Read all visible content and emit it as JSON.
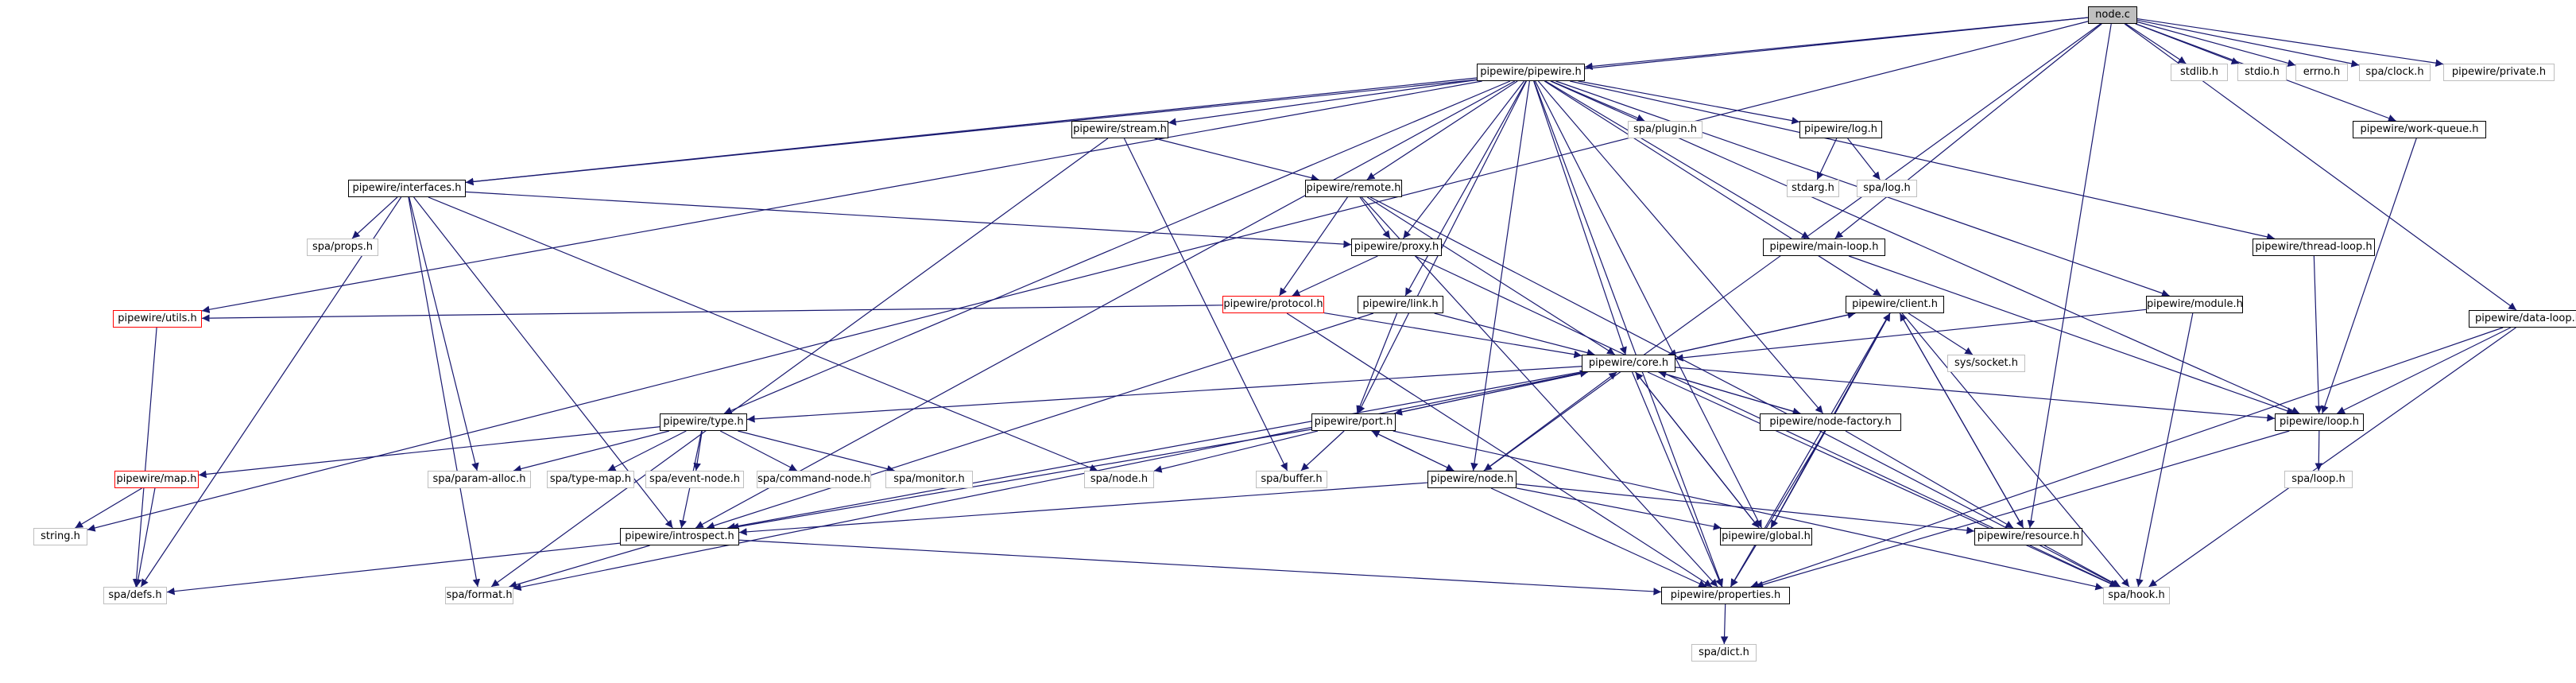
{
  "colors": {
    "edge": "#191970",
    "root_fill": "#bfbfbf",
    "incomplete_border": "#ff0000",
    "external_border": "#bfbfbf"
  },
  "nodes": [
    {
      "id": "node_c",
      "label": "node.c",
      "kind": "root"
    },
    {
      "id": "stdlib",
      "label": "stdlib.h",
      "kind": "ext"
    },
    {
      "id": "stdio",
      "label": "stdio.h",
      "kind": "ext"
    },
    {
      "id": "errno",
      "label": "errno.h",
      "kind": "ext"
    },
    {
      "id": "spa_clock",
      "label": "spa/clock.h",
      "kind": "ext"
    },
    {
      "id": "pw_private",
      "label": "pipewire/private.h",
      "kind": "ext"
    },
    {
      "id": "pw_pipewire",
      "label": "pipewire/pipewire.h",
      "kind": "project"
    },
    {
      "id": "pw_work_queue",
      "label": "pipewire/work-queue.h",
      "kind": "project"
    },
    {
      "id": "pw_stream",
      "label": "pipewire/stream.h",
      "kind": "project"
    },
    {
      "id": "spa_plugin",
      "label": "spa/plugin.h",
      "kind": "ext"
    },
    {
      "id": "pw_log",
      "label": "pipewire/log.h",
      "kind": "project"
    },
    {
      "id": "stdarg",
      "label": "stdarg.h",
      "kind": "ext"
    },
    {
      "id": "spa_log",
      "label": "spa/log.h",
      "kind": "ext"
    },
    {
      "id": "pw_interfaces",
      "label": "pipewire/interfaces.h",
      "kind": "project"
    },
    {
      "id": "pw_remote",
      "label": "pipewire/remote.h",
      "kind": "project"
    },
    {
      "id": "spa_props",
      "label": "spa/props.h",
      "kind": "ext"
    },
    {
      "id": "pw_proxy",
      "label": "pipewire/proxy.h",
      "kind": "project"
    },
    {
      "id": "pw_main_loop",
      "label": "pipewire/main-loop.h",
      "kind": "project"
    },
    {
      "id": "pw_thread_loop",
      "label": "pipewire/thread-loop.h",
      "kind": "project"
    },
    {
      "id": "pw_utils",
      "label": "pipewire/utils.h",
      "kind": "incomplete"
    },
    {
      "id": "pw_protocol",
      "label": "pipewire/protocol.h",
      "kind": "incomplete"
    },
    {
      "id": "pw_link",
      "label": "pipewire/link.h",
      "kind": "project"
    },
    {
      "id": "pw_client",
      "label": "pipewire/client.h",
      "kind": "project"
    },
    {
      "id": "pw_module",
      "label": "pipewire/module.h",
      "kind": "project"
    },
    {
      "id": "pw_data_loop",
      "label": "pipewire/data-loop.h",
      "kind": "project"
    },
    {
      "id": "sys_socket",
      "label": "sys/socket.h",
      "kind": "ext"
    },
    {
      "id": "pw_core",
      "label": "pipewire/core.h",
      "kind": "project"
    },
    {
      "id": "pw_type",
      "label": "pipewire/type.h",
      "kind": "project"
    },
    {
      "id": "pw_port",
      "label": "pipewire/port.h",
      "kind": "project"
    },
    {
      "id": "pw_node_factory",
      "label": "pipewire/node-factory.h",
      "kind": "project"
    },
    {
      "id": "pw_loop",
      "label": "pipewire/loop.h",
      "kind": "project"
    },
    {
      "id": "pw_map",
      "label": "pipewire/map.h",
      "kind": "incomplete"
    },
    {
      "id": "spa_param_alloc",
      "label": "spa/param-alloc.h",
      "kind": "ext"
    },
    {
      "id": "spa_type_map",
      "label": "spa/type-map.h",
      "kind": "ext"
    },
    {
      "id": "spa_event_node",
      "label": "spa/event-node.h",
      "kind": "ext"
    },
    {
      "id": "spa_command_node",
      "label": "spa/command-node.h",
      "kind": "ext"
    },
    {
      "id": "spa_monitor",
      "label": "spa/monitor.h",
      "kind": "ext"
    },
    {
      "id": "spa_node",
      "label": "spa/node.h",
      "kind": "ext"
    },
    {
      "id": "spa_buffer",
      "label": "spa/buffer.h",
      "kind": "ext"
    },
    {
      "id": "pw_node",
      "label": "pipewire/node.h",
      "kind": "project"
    },
    {
      "id": "spa_loop",
      "label": "spa/loop.h",
      "kind": "ext"
    },
    {
      "id": "string",
      "label": "string.h",
      "kind": "ext"
    },
    {
      "id": "pw_introspect",
      "label": "pipewire/introspect.h",
      "kind": "project"
    },
    {
      "id": "pw_global",
      "label": "pipewire/global.h",
      "kind": "project"
    },
    {
      "id": "pw_resource",
      "label": "pipewire/resource.h",
      "kind": "project"
    },
    {
      "id": "spa_defs",
      "label": "spa/defs.h",
      "kind": "ext"
    },
    {
      "id": "spa_format",
      "label": "spa/format.h",
      "kind": "ext"
    },
    {
      "id": "pw_properties",
      "label": "pipewire/properties.h",
      "kind": "project"
    },
    {
      "id": "spa_hook",
      "label": "spa/hook.h",
      "kind": "ext"
    },
    {
      "id": "spa_dict",
      "label": "spa/dict.h",
      "kind": "ext"
    }
  ],
  "edges": [
    [
      "node_c",
      "stdlib"
    ],
    [
      "node_c",
      "stdio"
    ],
    [
      "node_c",
      "errno"
    ],
    [
      "node_c",
      "spa_clock"
    ],
    [
      "node_c",
      "pw_private"
    ],
    [
      "node_c",
      "pw_pipewire"
    ],
    [
      "node_c",
      "pw_work_queue"
    ],
    [
      "node_c",
      "pw_data_loop"
    ],
    [
      "node_c",
      "pw_main_loop"
    ],
    [
      "node_c",
      "pw_interfaces"
    ],
    [
      "node_c",
      "string"
    ],
    [
      "node_c",
      "pw_node"
    ],
    [
      "node_c",
      "pw_resource"
    ],
    [
      "pw_pipewire",
      "pw_stream"
    ],
    [
      "pw_pipewire",
      "spa_plugin"
    ],
    [
      "pw_pipewire",
      "pw_log"
    ],
    [
      "pw_pipewire",
      "pw_interfaces"
    ],
    [
      "pw_pipewire",
      "pw_remote"
    ],
    [
      "pw_pipewire",
      "pw_proxy"
    ],
    [
      "pw_pipewire",
      "pw_main_loop"
    ],
    [
      "pw_pipewire",
      "pw_thread_loop"
    ],
    [
      "pw_pipewire",
      "pw_utils"
    ],
    [
      "pw_pipewire",
      "pw_link"
    ],
    [
      "pw_pipewire",
      "pw_client"
    ],
    [
      "pw_pipewire",
      "pw_module"
    ],
    [
      "pw_pipewire",
      "pw_core"
    ],
    [
      "pw_pipewire",
      "pw_type"
    ],
    [
      "pw_pipewire",
      "pw_port"
    ],
    [
      "pw_pipewire",
      "pw_node_factory"
    ],
    [
      "pw_pipewire",
      "pw_loop"
    ],
    [
      "pw_pipewire",
      "pw_node"
    ],
    [
      "pw_pipewire",
      "pw_introspect"
    ],
    [
      "pw_pipewire",
      "pw_properties"
    ],
    [
      "pw_pipewire",
      "pw_global"
    ],
    [
      "pw_work_queue",
      "pw_loop"
    ],
    [
      "pw_stream",
      "pw_remote"
    ],
    [
      "pw_stream",
      "spa_buffer"
    ],
    [
      "pw_stream",
      "spa_format"
    ],
    [
      "pw_log",
      "stdarg"
    ],
    [
      "pw_log",
      "spa_log"
    ],
    [
      "pw_interfaces",
      "spa_props"
    ],
    [
      "pw_interfaces",
      "pw_proxy"
    ],
    [
      "pw_interfaces",
      "spa_defs"
    ],
    [
      "pw_interfaces",
      "spa_format"
    ],
    [
      "pw_interfaces",
      "pw_introspect"
    ],
    [
      "pw_interfaces",
      "spa_param_alloc"
    ],
    [
      "pw_interfaces",
      "spa_node"
    ],
    [
      "pw_remote",
      "pw_proxy"
    ],
    [
      "pw_remote",
      "pw_protocol"
    ],
    [
      "pw_remote",
      "pw_core"
    ],
    [
      "pw_remote",
      "pw_properties"
    ],
    [
      "pw_remote",
      "spa_hook"
    ],
    [
      "pw_proxy",
      "pw_protocol"
    ],
    [
      "pw_proxy",
      "spa_hook"
    ],
    [
      "pw_main_loop",
      "pw_loop"
    ],
    [
      "pw_thread_loop",
      "pw_loop"
    ],
    [
      "pw_utils",
      "spa_defs"
    ],
    [
      "pw_protocol",
      "pw_utils"
    ],
    [
      "pw_protocol",
      "pw_core"
    ],
    [
      "pw_protocol",
      "pw_properties"
    ],
    [
      "pw_link",
      "pw_core"
    ],
    [
      "pw_link",
      "pw_port"
    ],
    [
      "pw_link",
      "pw_introspect"
    ],
    [
      "pw_client",
      "pw_core"
    ],
    [
      "pw_client",
      "sys_socket"
    ],
    [
      "pw_client",
      "pw_global"
    ],
    [
      "pw_client",
      "pw_properties"
    ],
    [
      "pw_client",
      "pw_resource"
    ],
    [
      "pw_client",
      "spa_hook"
    ],
    [
      "pw_module",
      "pw_core"
    ],
    [
      "pw_module",
      "spa_hook"
    ],
    [
      "pw_data_loop",
      "pw_loop"
    ],
    [
      "pw_data_loop",
      "spa_hook"
    ],
    [
      "pw_data_loop",
      "pw_properties"
    ],
    [
      "pw_core",
      "pw_type"
    ],
    [
      "pw_core",
      "pw_port"
    ],
    [
      "pw_core",
      "pw_node_factory"
    ],
    [
      "pw_core",
      "pw_loop"
    ],
    [
      "pw_core",
      "pw_client"
    ],
    [
      "pw_core",
      "pw_global"
    ],
    [
      "pw_core",
      "pw_introspect"
    ],
    [
      "pw_core",
      "spa_format"
    ],
    [
      "pw_core",
      "pw_properties"
    ],
    [
      "pw_core",
      "spa_hook"
    ],
    [
      "pw_type",
      "pw_map"
    ],
    [
      "pw_type",
      "spa_param_alloc"
    ],
    [
      "pw_type",
      "spa_type_map"
    ],
    [
      "pw_type",
      "spa_event_node"
    ],
    [
      "pw_type",
      "spa_command_node"
    ],
    [
      "pw_type",
      "spa_monitor"
    ],
    [
      "pw_type",
      "pw_introspect"
    ],
    [
      "pw_port",
      "pw_core"
    ],
    [
      "pw_port",
      "spa_node"
    ],
    [
      "pw_port",
      "spa_buffer"
    ],
    [
      "pw_port",
      "pw_node"
    ],
    [
      "pw_port",
      "pw_introspect"
    ],
    [
      "pw_port",
      "spa_hook"
    ],
    [
      "pw_node_factory",
      "pw_core"
    ],
    [
      "pw_node_factory",
      "pw_global"
    ],
    [
      "pw_node_factory",
      "pw_resource"
    ],
    [
      "pw_node_factory",
      "pw_properties"
    ],
    [
      "pw_node_factory",
      "pw_client"
    ],
    [
      "pw_loop",
      "spa_loop"
    ],
    [
      "pw_loop",
      "pw_properties"
    ],
    [
      "pw_map",
      "string"
    ],
    [
      "pw_map",
      "spa_defs"
    ],
    [
      "pw_node",
      "pw_core"
    ],
    [
      "pw_node",
      "pw_port"
    ],
    [
      "pw_node",
      "pw_introspect"
    ],
    [
      "pw_node",
      "pw_global"
    ],
    [
      "pw_node",
      "pw_resource"
    ],
    [
      "pw_node",
      "pw_properties"
    ],
    [
      "pw_introspect",
      "spa_defs"
    ],
    [
      "pw_introspect",
      "spa_format"
    ],
    [
      "pw_introspect",
      "pw_properties"
    ],
    [
      "pw_global",
      "pw_core"
    ],
    [
      "pw_global",
      "pw_client"
    ],
    [
      "pw_resource",
      "pw_client"
    ],
    [
      "pw_resource",
      "spa_hook"
    ],
    [
      "pw_properties",
      "spa_dict"
    ]
  ]
}
